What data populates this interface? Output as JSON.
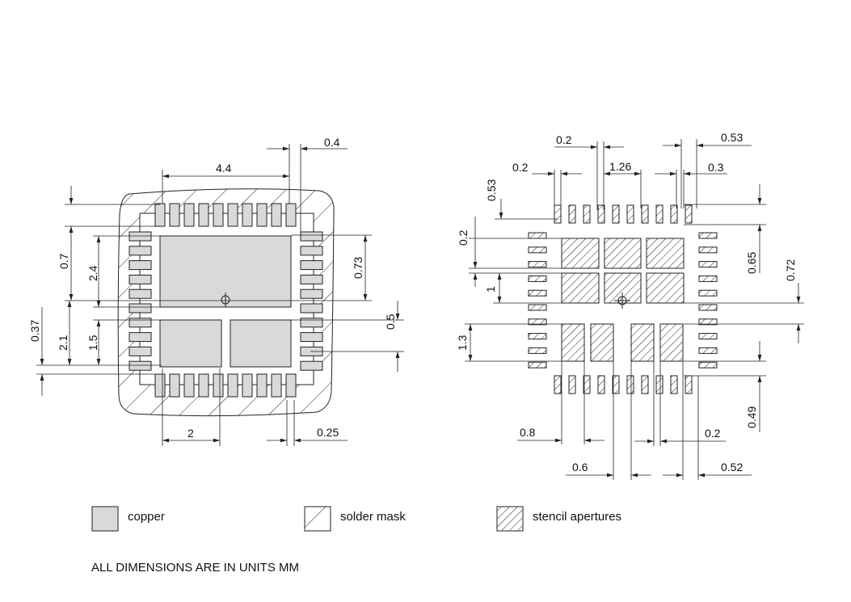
{
  "colors": {
    "line": "#222222",
    "copper": "#d9d9d9",
    "background": "#ffffff"
  },
  "left_dims": {
    "d_0_4": "0.4",
    "d_4_4": "4.4",
    "d_0_7": "0.7",
    "d_2_4": "2.4",
    "d_0_73": "0.73",
    "d_0_37": "0.37",
    "d_2_1": "2.1",
    "d_1_5": "1.5",
    "d_0_5": "0.5",
    "d_2": "2",
    "d_0_25": "0.25"
  },
  "right_dims": {
    "d_0_2_top": "0.2",
    "d_0_53_top": "0.53",
    "d_0_2_left": "0.2",
    "d_1_26": "1.26",
    "d_0_3": "0.3",
    "d_0_53_side": "0.53",
    "d_0_2_side": "0.2",
    "d_1": "1",
    "d_1_3": "1.3",
    "d_0_65": "0.65",
    "d_0_72": "0.72",
    "d_0_49": "0.49",
    "d_0_8": "0.8",
    "d_0_2_bottom": "0.2",
    "d_0_6": "0.6",
    "d_0_52": "0.52"
  },
  "legend": {
    "copper": "copper",
    "solder_mask": "solder mask",
    "stencil": "stencil apertures"
  },
  "note": "ALL DIMENSIONS ARE IN UNITS MM"
}
